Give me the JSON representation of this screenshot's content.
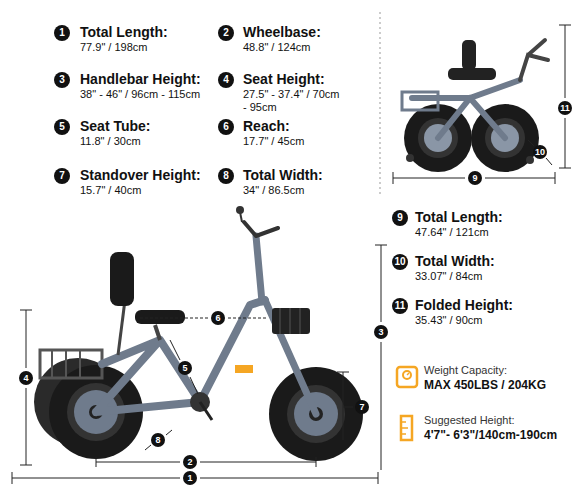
{
  "diagram": {
    "labels": [
      "1",
      "Total Length:",
      "77.9\" / 198cm",
      "2",
      "Wheelbase:",
      "48.8\" / 124cm",
      "3",
      "Handlebar Height:",
      "38\" - 46\" / 96cm - 115cm",
      "4",
      "Seat Height:",
      "27.5\" - 37.4\" / 70cm - 95cm",
      "5",
      "Seat Tube:",
      "11.8\" / 30cm",
      "6",
      "Reach:",
      "17.7\" / 45cm",
      "7",
      "Standover Height:",
      "15.7\" / 40cm",
      "8",
      "Total Width:",
      "34\" / 86.5cm",
      "9",
      "Total Length:",
      "47.64\" / 121cm",
      "10",
      "Total Width:",
      "33.07\" / 84cm",
      "11",
      "Folded Height:",
      "35.43\" / 90cm",
      "Weight Capacity:",
      "MAX 450LBS / 204KG",
      "Suggested Height:",
      "4'7\"- 6'3\"/140cm-190cm",
      "9",
      "10",
      "11",
      "1",
      "2",
      "3",
      "4",
      "5",
      "6",
      "7",
      "8"
    ]
  }
}
